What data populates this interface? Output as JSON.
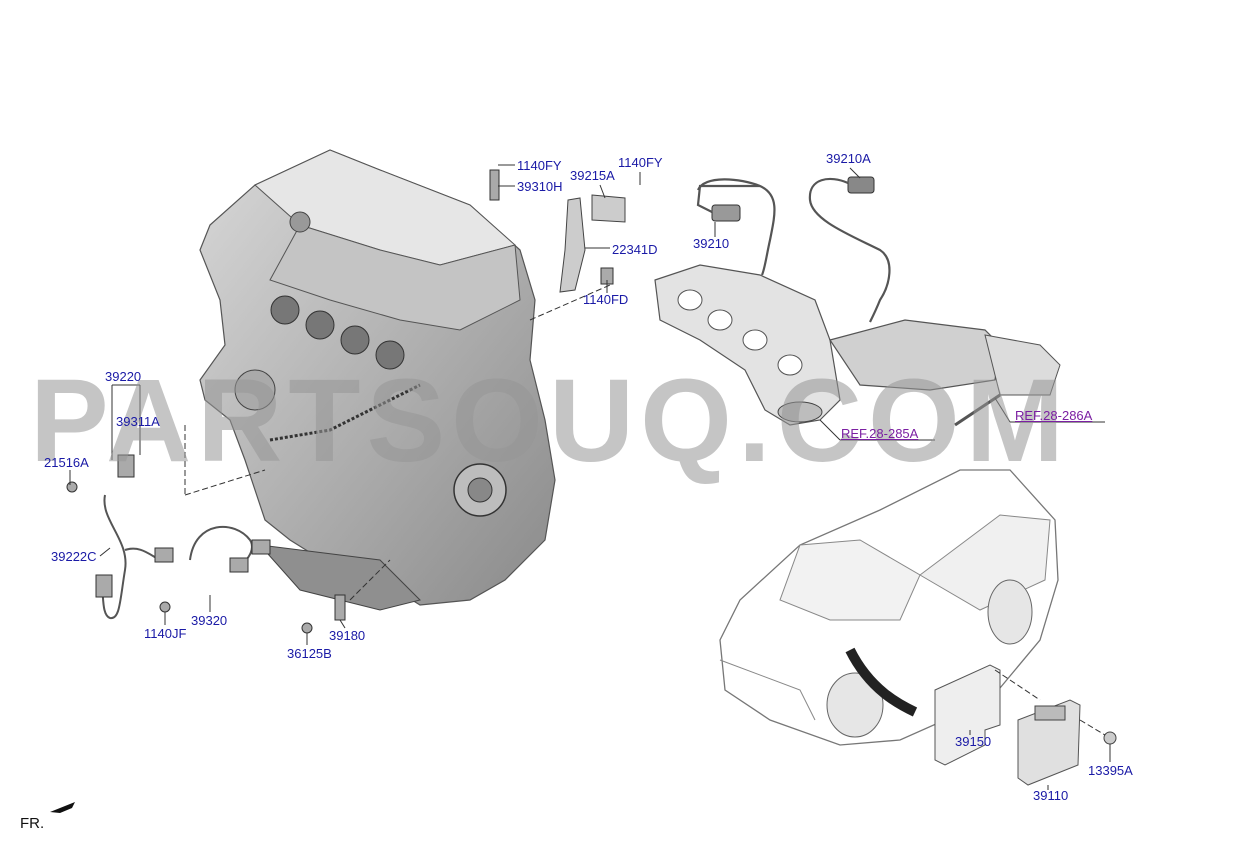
{
  "watermark": "PARTSOUQ.COM",
  "orientation": "FR.",
  "labels": {
    "p1140FY_a": "1140FY",
    "p39310H": "39310H",
    "p39215A": "39215A",
    "p1140FY_b": "1140FY",
    "p22341D": "22341D",
    "p1140FD": "1140FD",
    "p39210": "39210",
    "p39210A": "39210A",
    "p39220": "39220",
    "p39311A": "39311A",
    "p21516A": "21516A",
    "p39222C": "39222C",
    "p1140JF": "1140JF",
    "p39320": "39320",
    "p39180": "39180",
    "p36125B": "36125B",
    "p39150": "39150",
    "p39110": "39110",
    "p13395A": "13395A"
  },
  "refs": {
    "r28285A": "REF.28-285A",
    "r28286A": "REF.28-286A"
  },
  "colors": {
    "label": "#1a1aa6",
    "ref": "#7b1fa2",
    "line": "#333333"
  }
}
